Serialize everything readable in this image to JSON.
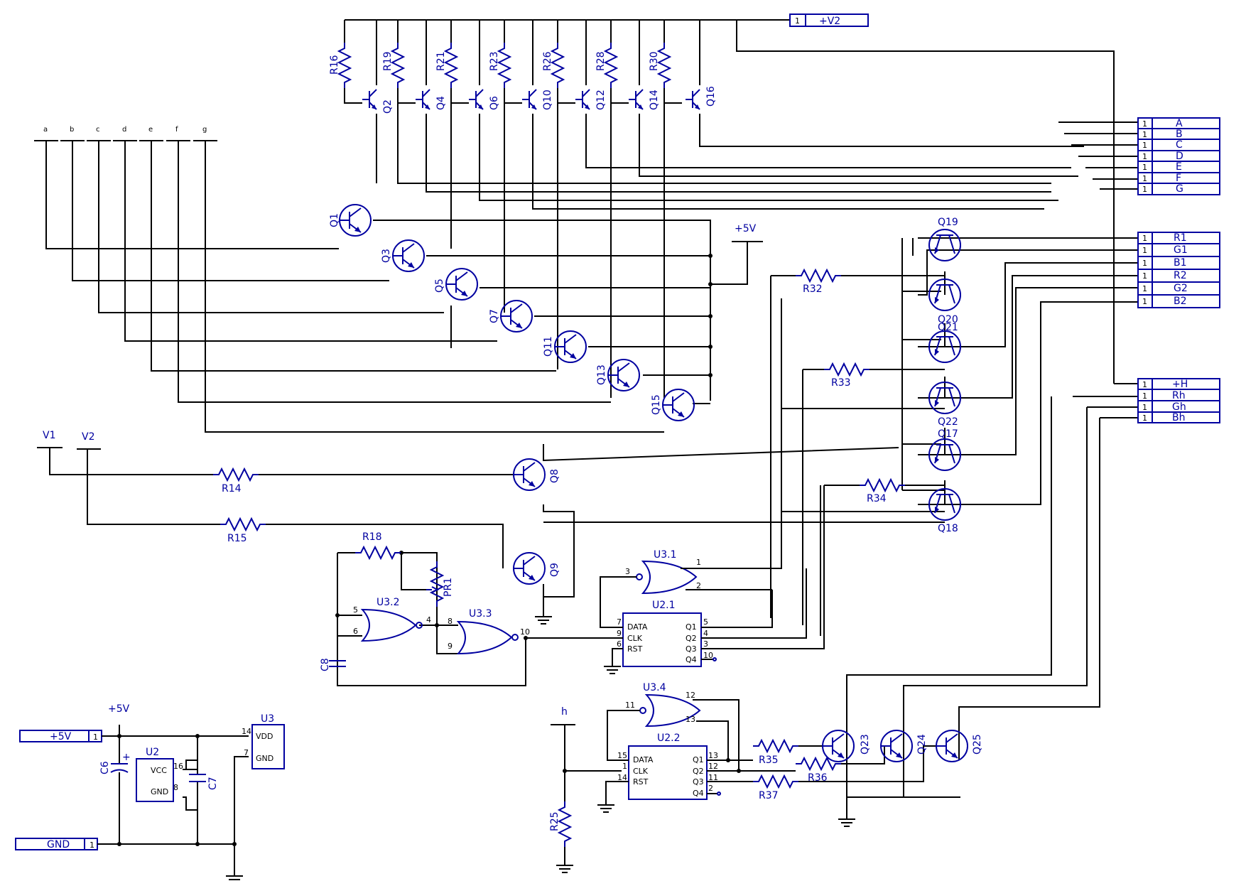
{
  "inputs_top": [
    "a",
    "b",
    "c",
    "d",
    "e",
    "f",
    "g"
  ],
  "power": {
    "v2_conn": "+V2",
    "p5v_conn": "+5V",
    "gnd_conn": "GND",
    "p5v_label": "+5V"
  },
  "pin_one": "1",
  "connector_abcdefg": [
    "A",
    "B",
    "C",
    "D",
    "E",
    "F",
    "G"
  ],
  "connector_rgb": [
    "R1",
    "G1",
    "B1",
    "R2",
    "G2",
    "B2"
  ],
  "connector_h": [
    "+H",
    "Rh",
    "Gh",
    "Bh"
  ],
  "v_inputs": [
    "V1",
    "V2"
  ],
  "h_input": "h",
  "top_resistors": [
    "R16",
    "R19",
    "R21",
    "R23",
    "R26",
    "R28",
    "R30"
  ],
  "top_transistors": [
    "Q2",
    "Q4",
    "Q6",
    "Q10",
    "Q12",
    "Q14",
    "Q16"
  ],
  "low_transistors": [
    "Q1",
    "Q3",
    "Q5",
    "Q7",
    "Q11",
    "Q13",
    "Q15"
  ],
  "rgb_transistors": [
    "Q19",
    "Q20",
    "Q21",
    "Q22",
    "Q17",
    "Q18"
  ],
  "rgb_resistors": [
    "R32",
    "R33",
    "R34"
  ],
  "osc": {
    "r14": "R14",
    "r15": "R15",
    "q8": "Q8",
    "q9": "Q9",
    "r18": "R18",
    "pr1": "PR1",
    "c8": "C8",
    "u32": "U3.2",
    "u33": "U3.3"
  },
  "u21": {
    "name": "U2.1",
    "pins": [
      "DATA",
      "CLK",
      "RST",
      "Q1",
      "Q2",
      "Q3",
      "Q4"
    ],
    "nums": [
      "7",
      "9",
      "6",
      "5",
      "4",
      "3",
      "10"
    ]
  },
  "u31": {
    "name": "U3.1",
    "nums": [
      "3",
      "1",
      "2"
    ]
  },
  "u22": {
    "name": "U2.2",
    "pins": [
      "DATA",
      "CLK",
      "RST",
      "Q1",
      "Q2",
      "Q3",
      "Q4"
    ],
    "nums": [
      "15",
      "1",
      "14",
      "13",
      "12",
      "11",
      "2"
    ]
  },
  "u34": {
    "name": "U3.4",
    "nums": [
      "11",
      "12",
      "13"
    ]
  },
  "gate_pins": {
    "u32": [
      "5",
      "6",
      "4"
    ],
    "u33": [
      "8",
      "9",
      "10"
    ]
  },
  "h_parts": {
    "r25": "R25",
    "r35": "R35",
    "r36": "R36",
    "r37": "R37",
    "q23": "Q23",
    "q24": "Q24",
    "q25": "Q25"
  },
  "supply": {
    "c6": "C6",
    "c7": "C7",
    "u2": "U2",
    "u3": "U3",
    "vcc": "VCC",
    "gnd": "GND",
    "vdd": "VDD",
    "plus": "+",
    "u2_pins": [
      "16",
      "8"
    ],
    "u3_pins": [
      "14",
      "7"
    ]
  }
}
